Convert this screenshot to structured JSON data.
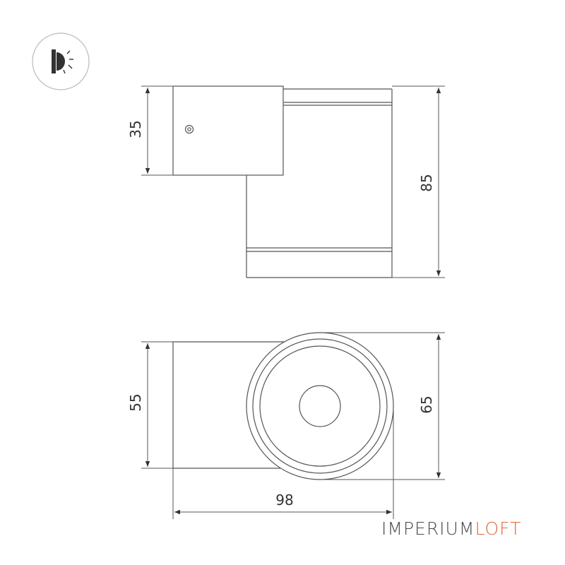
{
  "icon": {
    "name": "wall-light-icon",
    "description": ""
  },
  "dimensions": {
    "side_height_top": "35",
    "side_height_total": "85",
    "front_height_body": "55",
    "front_diameter": "65",
    "front_width_total": "98"
  },
  "brand": {
    "part1": "IMPERIUM",
    "part2": "LOFT",
    "color1": "#4a4a4a",
    "color2": "#e0673a"
  }
}
